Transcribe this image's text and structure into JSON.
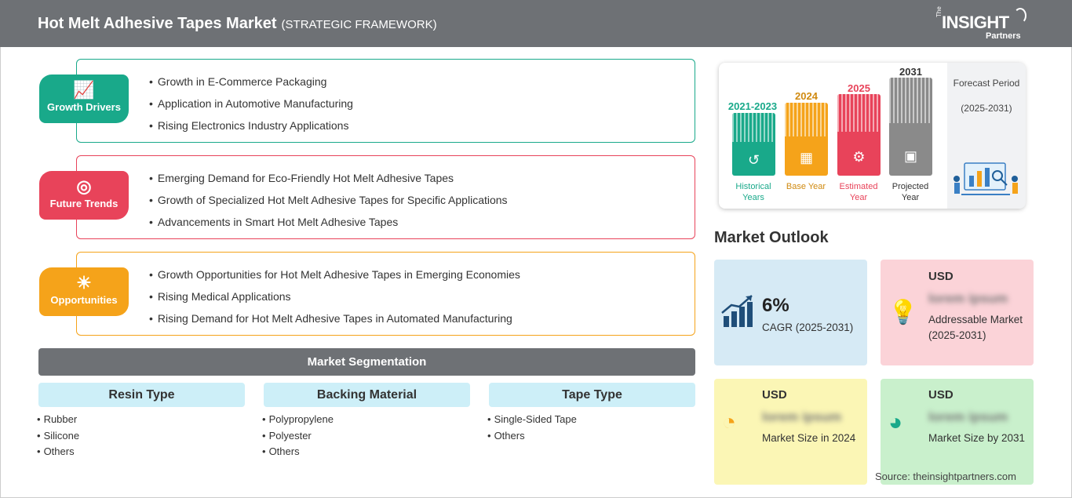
{
  "header": {
    "title": "Hot Melt Adhesive Tapes Market",
    "subtitle": "(STRATEGIC FRAMEWORK)",
    "logo": {
      "the": "The",
      "main": "INSIGHT",
      "partners": "Partners"
    }
  },
  "framework": [
    {
      "label": "Growth Drivers",
      "color": "#19a98a",
      "icon": "growth-chart-icon",
      "items": [
        "Growth in E-Commerce Packaging",
        "Application in Automotive Manufacturing",
        "Rising Electronics Industry Applications"
      ]
    },
    {
      "label": "Future Trends",
      "color": "#e8435a",
      "icon": "target-icon",
      "items": [
        "Emerging Demand for Eco-Friendly Hot Melt Adhesive Tapes",
        "Growth of Specialized Hot Melt Adhesive Tapes for Specific Applications",
        "Advancements in Smart Hot Melt Adhesive Tapes"
      ]
    },
    {
      "label": "Opportunities",
      "color": "#f5a31a",
      "icon": "lightbulb-hand-icon",
      "items": [
        "Growth Opportunities for Hot Melt Adhesive Tapes in Emerging Economies",
        "Rising Medical Applications",
        "Rising Demand for Hot Melt Adhesive Tapes in Automated Manufacturing"
      ]
    }
  ],
  "segmentation": {
    "title": "Market Segmentation",
    "columns": [
      {
        "heading": "Resin Type",
        "items": [
          "Rubber",
          "Silicone",
          "Others"
        ]
      },
      {
        "heading": "Backing Material",
        "items": [
          "Polypropylene",
          "Polyester",
          "Others"
        ]
      },
      {
        "heading": "Tape Type",
        "items": [
          "Single-Sided Tape",
          "Others"
        ]
      }
    ]
  },
  "timeline": {
    "periods": [
      {
        "year": "2021-2023",
        "caption": "Historical Years",
        "color": "#19a98a",
        "icon": "history-icon"
      },
      {
        "year": "2024",
        "caption": "Base Year",
        "color": "#f5a31a",
        "icon": "calendar-icon"
      },
      {
        "year": "2025",
        "caption": "Estimated Year",
        "color": "#e8435a",
        "icon": "settings-chart-icon"
      },
      {
        "year": "2031",
        "caption": "Projected Year",
        "color": "#8a8a8a",
        "icon": "presentation-icon"
      }
    ],
    "forecast_label": "Forecast Period",
    "forecast_range": "(2025-2031)"
  },
  "outlook": {
    "title": "Market Outlook",
    "cagr_value": "6%",
    "cagr_label": "CAGR (2025-2031)",
    "addressable_usd": "USD",
    "addressable_value": "lorem ipsum",
    "addressable_label": "Addressable Market (2025-2031)",
    "size2024_usd": "USD",
    "size2024_value": "lorem ipsum",
    "size2024_label": "Market Size in 2024",
    "size2031_usd": "USD",
    "size2031_value": "lorem ipsum",
    "size2031_label": "Market Size by 2031",
    "colors": {
      "cagr": "#d6eaf5",
      "addressable": "#fbd3d8",
      "size2024": "#fbf6b5",
      "size2031": "#c9f0cc"
    }
  },
  "source": "Source: theinsightpartners.com"
}
